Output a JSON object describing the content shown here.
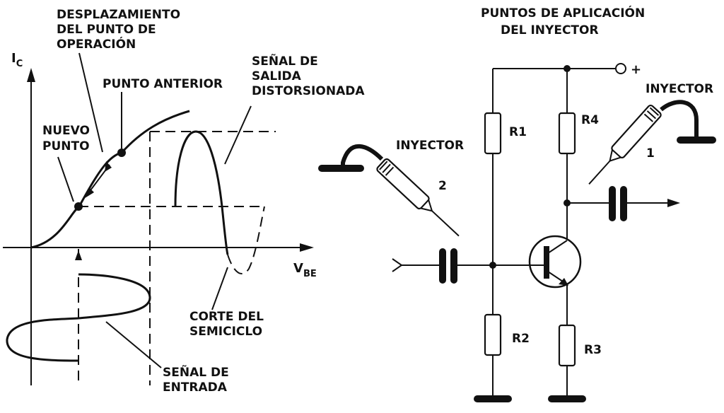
{
  "graph": {
    "y_axis_label": "I",
    "y_axis_sub": "C",
    "x_axis_label": "V",
    "x_axis_sub": "BE",
    "label_displacement": [
      "DESPLAZAMIENTO",
      "DEL PUNTO DE",
      "OPERACIÓN"
    ],
    "label_previous_point": "PUNTO ANTERIOR",
    "label_new_point": [
      "NUEVO",
      "PUNTO"
    ],
    "label_output_signal": [
      "SEÑAL DE",
      "SALIDA",
      "DISTORSIONADA"
    ],
    "label_cutoff": [
      "CORTE DEL",
      "SEMICICLO"
    ],
    "label_input_signal": [
      "SEÑAL DE",
      "ENTRADA"
    ]
  },
  "circuit": {
    "title": [
      "PUNTOS DE APLICACIÓN",
      "DEL INYECTOR"
    ],
    "supply_sign": "+",
    "r1": "R1",
    "r2": "R2",
    "r3": "R3",
    "r4": "R4",
    "injector1_label": "INYECTOR",
    "injector1_number": "1",
    "injector2_label": "INYECTOR",
    "injector2_number": "2"
  },
  "colors": {
    "ink": "#111111",
    "paper": "#ffffff"
  }
}
